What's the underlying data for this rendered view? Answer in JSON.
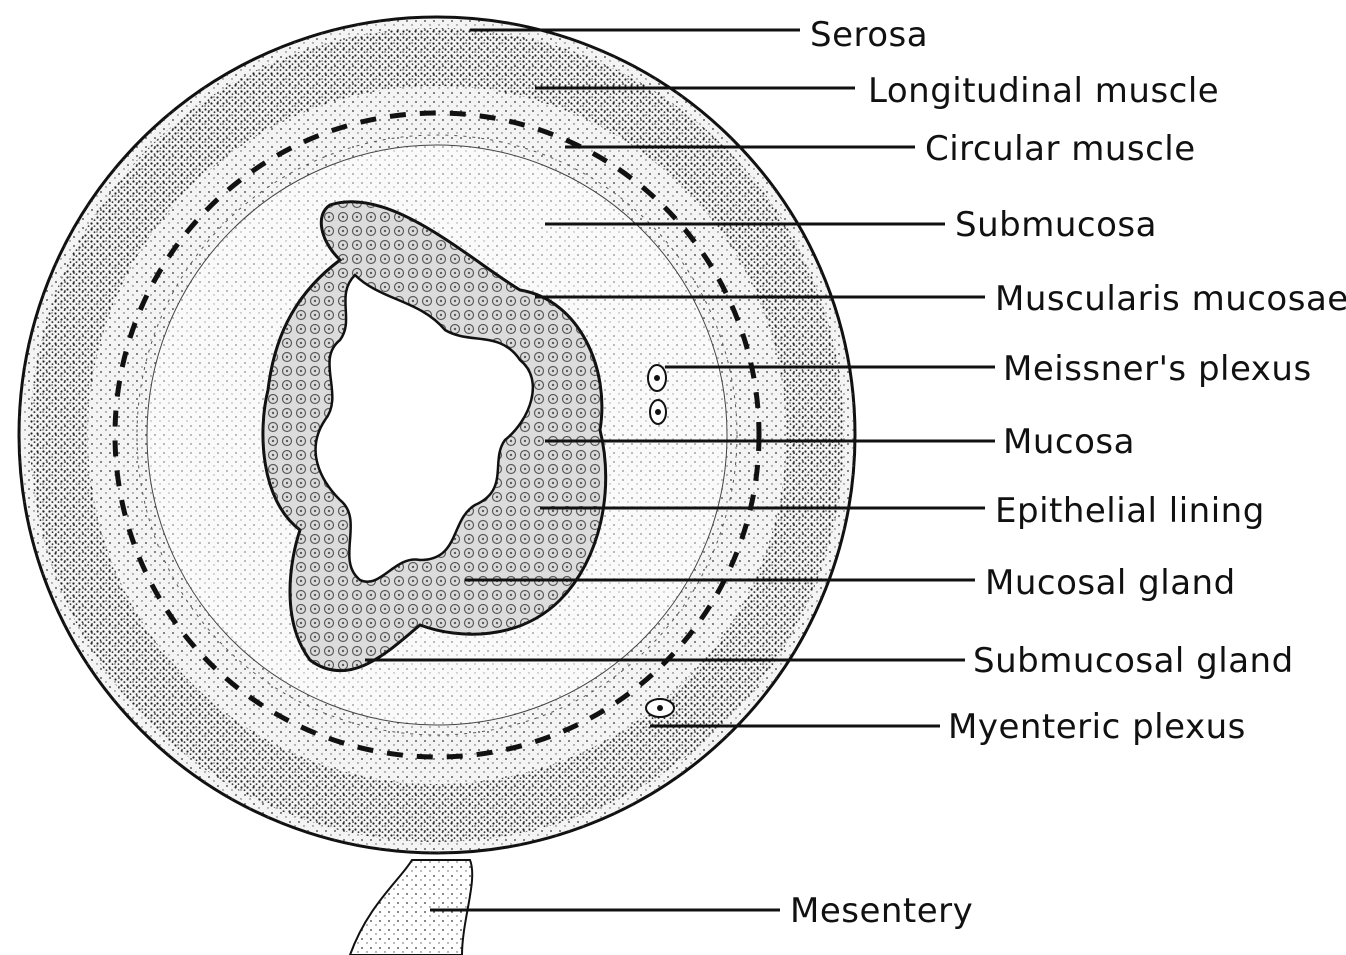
{
  "colors": {
    "ink": "#111111",
    "paper": "#ffffff",
    "tissue_fill": "#f4f4f4",
    "mucosa_fill": "#dcdcdc"
  },
  "labels": {
    "serosa": "Serosa",
    "longitudinal_muscle": "Longitudinal muscle",
    "circular_muscle": "Circular muscle",
    "submucosa": "Submucosa",
    "muscularis_mucosae": "Muscularis mucosae",
    "meissners_plexus": "Meissner's plexus",
    "mucosa": "Mucosa",
    "epithelial_lining": "Epithelial lining",
    "mucosal_gland": "Mucosal gland",
    "submucosal_gland": "Submucosal gland",
    "myenteric_plexus": "Myenteric plexus",
    "mesentery": "Mesentery"
  }
}
